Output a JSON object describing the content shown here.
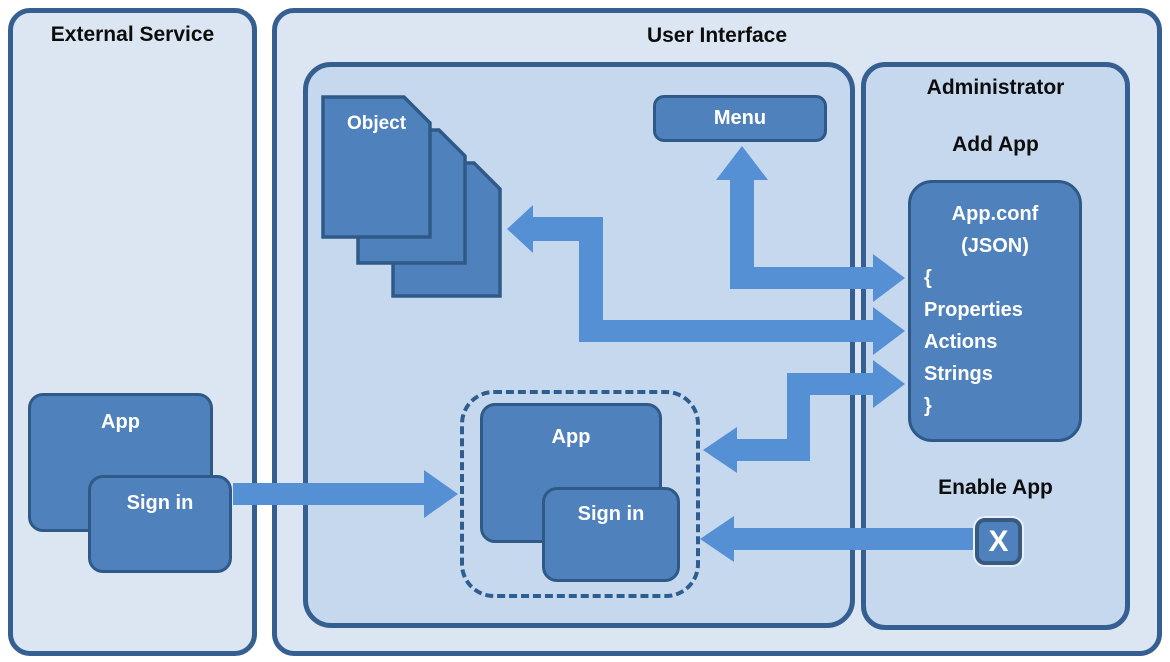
{
  "external_service": {
    "title": "External Service",
    "app_label": "App",
    "signin_label": "Sign in"
  },
  "user_interface": {
    "title": "User Interface",
    "object_label": "Object",
    "menu_label": "Menu",
    "app_container": {
      "app_label": "App",
      "signin_label": "Sign in"
    }
  },
  "administrator": {
    "title": "Administrator",
    "add_app_label": "Add App",
    "appconf_lines": [
      "App.conf",
      "(JSON)",
      "{",
      "Properties",
      "Actions",
      "Strings",
      "}"
    ],
    "enable_app_label": "Enable App",
    "enable_app_icon_glyph": "X"
  },
  "colors": {
    "outer_panel_fill": "#dce6f3",
    "inner_panel_fill": "#c6d8ee",
    "panel_border": "#365f91",
    "shape_fill": "#4f81bd",
    "shape_border": "#2f5a88",
    "arrow_fill": "#5590d4",
    "label_text": "#0d0d0d",
    "shape_text": "#ffffff"
  }
}
